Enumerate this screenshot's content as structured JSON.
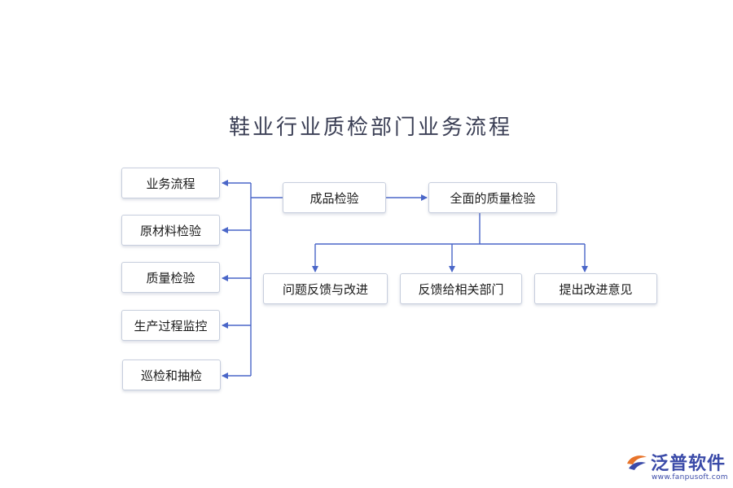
{
  "title": "鞋业行业质检部门业务流程",
  "colors": {
    "line": "#4a66c8",
    "border": "#c7cedd",
    "title": "#3b3f55",
    "logo": "#3a4aa8"
  },
  "left_items": [
    "业务流程",
    "原材料检验",
    "质量检验",
    "生产过程监控",
    "巡检和抽检"
  ],
  "center_node": "成品检验",
  "right_node": "全面的质量检验",
  "bottom_items": [
    "问题反馈与改进",
    "反馈给相关部门",
    "提出改进意见"
  ],
  "logo": {
    "name": "泛普软件",
    "url": "www.fanpusoft.com",
    "mark_icon": "fanpu-logo-icon"
  }
}
